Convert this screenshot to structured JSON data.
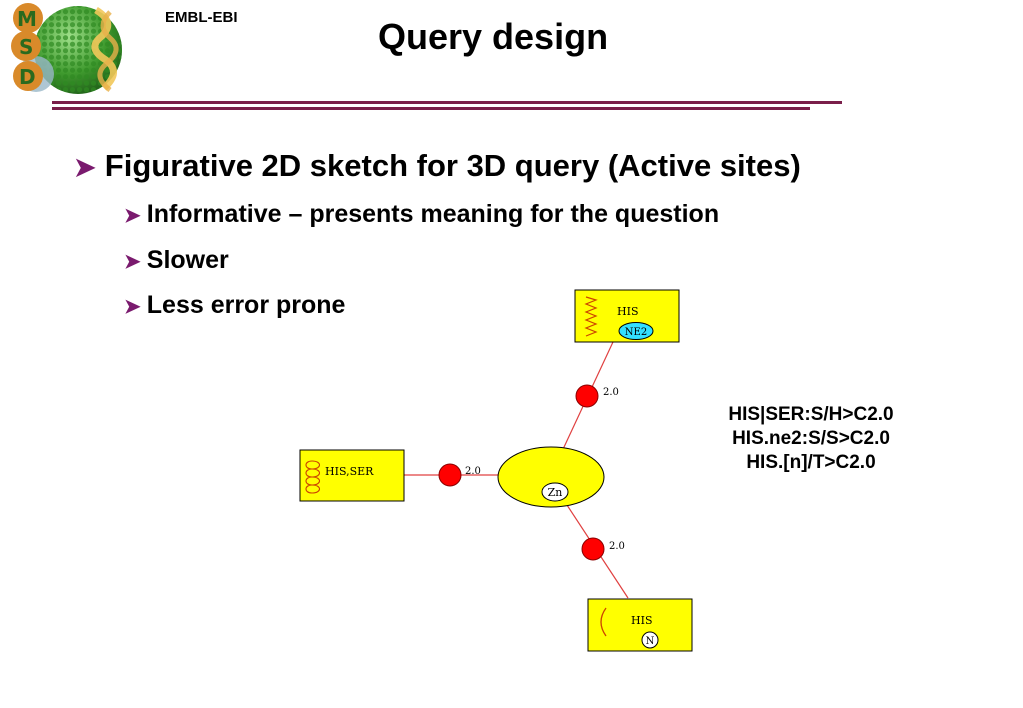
{
  "header": {
    "logo_letters": [
      "M",
      "S",
      "D"
    ],
    "organization": "EMBL-EBI",
    "title": "Query design"
  },
  "content": {
    "bullet_main": "Figurative 2D sketch for 3D query (Active sites)",
    "sub_bullets": [
      "Informative – presents meaning for the question",
      "Slower",
      "Less error prone"
    ]
  },
  "diagram": {
    "center": {
      "label": "Zn"
    },
    "residues": [
      {
        "label": "HIS",
        "atom": "NE2",
        "distance": "2.0"
      },
      {
        "label": "HIS,SER",
        "distance": "2.0"
      },
      {
        "label": "HIS",
        "atom": "N",
        "distance": "2.0"
      }
    ]
  },
  "query_strings": [
    "HIS|SER:S/H>C2.0",
    "HIS.ne2:S/S>C2.0",
    "HIS.[n]/T>C2.0"
  ],
  "colors": {
    "rule": "#7a1f4a",
    "arrow": "#7a1a6e",
    "box_fill": "#ffff00",
    "constraint_dot": "#ff0000",
    "atom_highlight": "#33e0ff"
  },
  "icons": {
    "bullet": "arrowhead-icon",
    "top_helix": "zigzag-helix-icon",
    "left_helix": "coil-helix-icon",
    "bottom_strand": "strand-icon"
  }
}
